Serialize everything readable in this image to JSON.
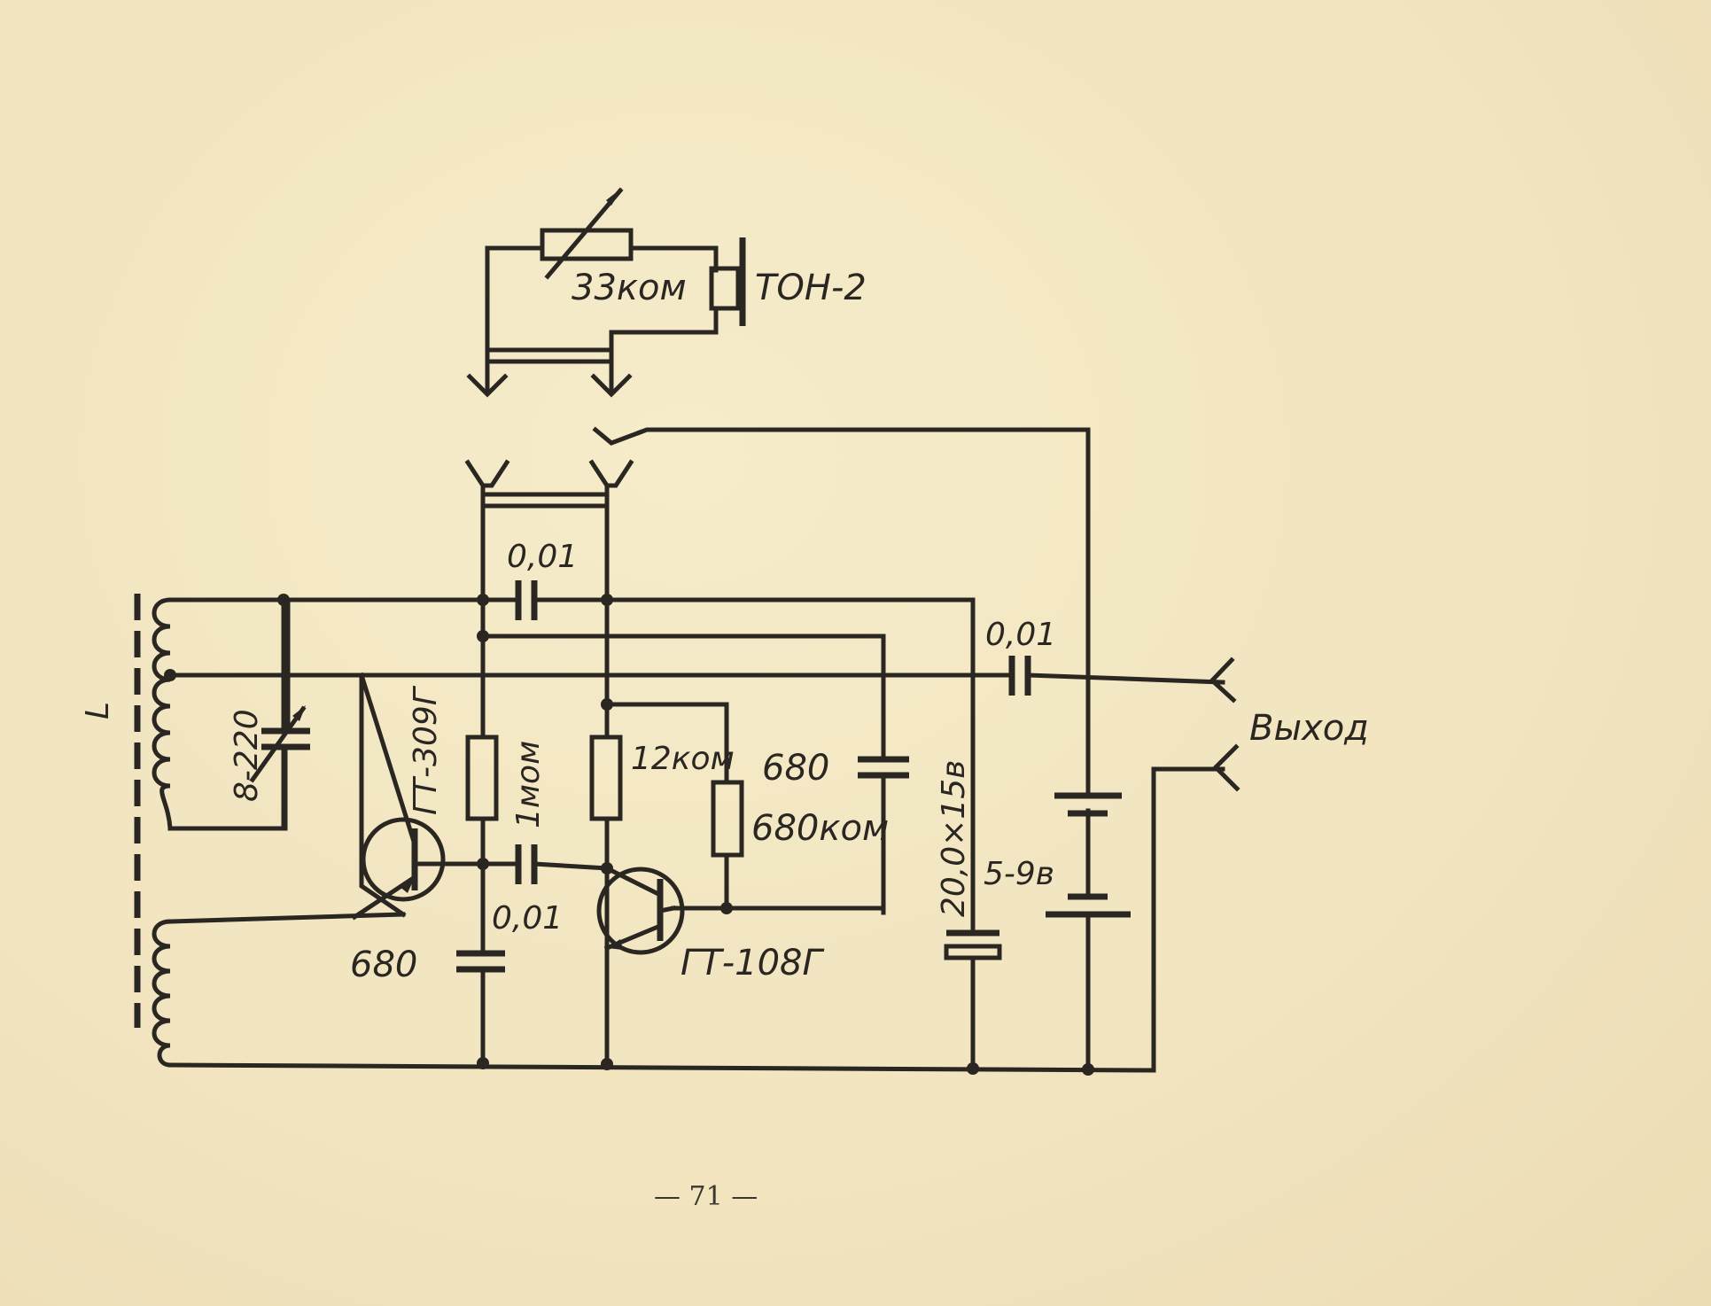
{
  "labels": {
    "rheostat": "33ком",
    "phones": "ТОН-2",
    "c_top": "0,01",
    "c_out": "0,01",
    "c_mid": "0,01",
    "var_cap": "8-220",
    "t1": "ГТ-309Г",
    "r_1m": "1мом",
    "r_12k": "12ком",
    "c_680a": "680",
    "r_680k": "680ком",
    "c_electro": "20,0×15в",
    "battery": "5-9в",
    "output": "Выход",
    "c_680b": "680",
    "t2": "ГТ-108Г",
    "coil": "L"
  },
  "page_number": "— 71 —",
  "colors": {
    "paper": "#f3e8c4",
    "ink": "#2a2622"
  }
}
